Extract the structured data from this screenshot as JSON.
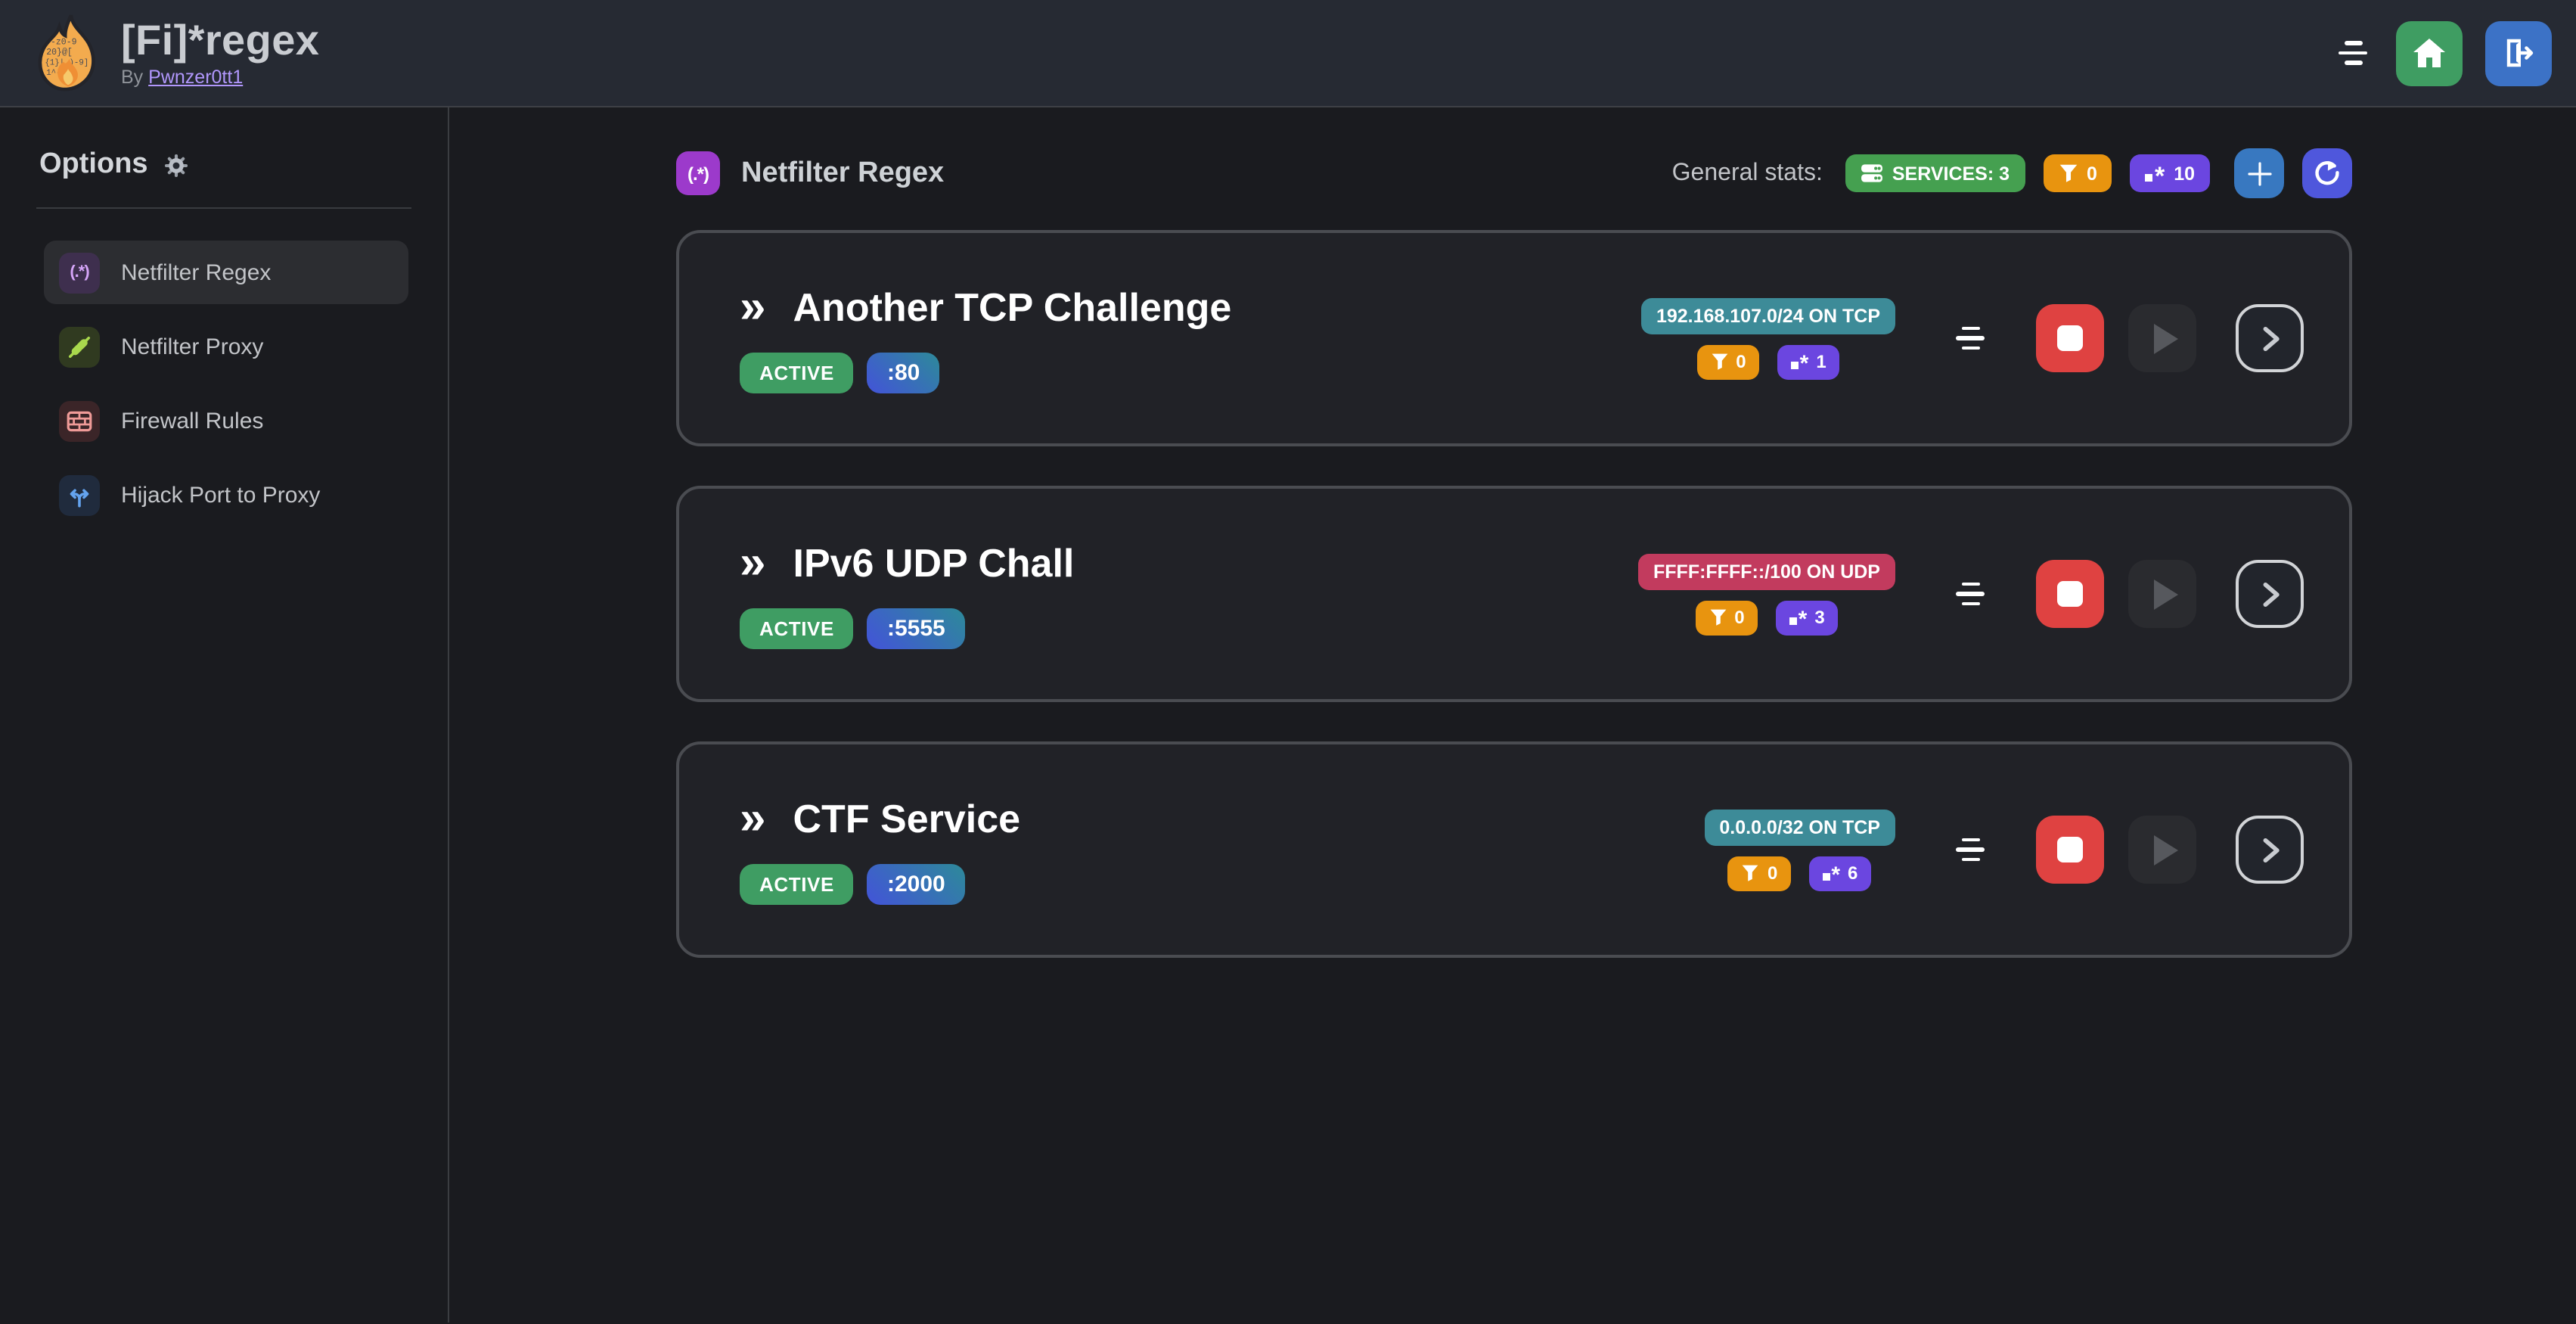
{
  "header": {
    "app_title": "[Fi]*regex",
    "byline_prefix": "By",
    "byline_author": "Pwnzer0tt1",
    "logo_fragments": [
      "-z0-9",
      "20}@[",
      "{1}|.)-9]",
      "1^-  z]"
    ]
  },
  "sidebar": {
    "title": "Options",
    "regex_glyph": "(.*)",
    "items": [
      {
        "label": "Netfilter Regex",
        "icon": "regex-icon",
        "active": true
      },
      {
        "label": "Netfilter Proxy",
        "icon": "proxy-icon",
        "active": false
      },
      {
        "label": "Firewall Rules",
        "icon": "firewall-icon",
        "active": false
      },
      {
        "label": "Hijack Port to Proxy",
        "icon": "hijack-icon",
        "active": false
      }
    ]
  },
  "main": {
    "section_title": "Netfilter Regex",
    "section_icon_glyph": "(.*)",
    "chevrons_glyph": "»",
    "regex_star_glyph": "*",
    "stats": {
      "label": "General stats:",
      "services_badge": "SERVICES: 3",
      "filtered_count": "0",
      "regex_count": "10"
    },
    "services": [
      {
        "name": "Another TCP Challenge",
        "status": "ACTIVE",
        "port": ":80",
        "network": "192.168.107.0/24 ON TCP",
        "network_color": "#3d8b98",
        "filtered_count": "0",
        "regex_count": "1"
      },
      {
        "name": "IPv6 UDP Chall",
        "status": "ACTIVE",
        "port": ":5555",
        "network": "FFFF:FFFF::/100 ON UDP",
        "network_color": "#c23b5e",
        "filtered_count": "0",
        "regex_count": "3"
      },
      {
        "name": "CTF Service",
        "status": "ACTIVE",
        "port": ":2000",
        "network": "0.0.0.0/32 ON TCP",
        "network_color": "#3d8b98",
        "filtered_count": "0",
        "regex_count": "6"
      }
    ]
  },
  "colors": {
    "status_green": "#3f9d63",
    "filter_orange": "#e8940f",
    "regex_violet": "#6b46e0",
    "tcp_teal": "#3d8b98",
    "udp_pink": "#c23b5e",
    "stop_red": "#df4241",
    "add_blue": "#3878c0",
    "refresh_indigo": "#4f57dc",
    "home_green": "#3f9d62",
    "logout_blue": "#3c72c6",
    "link_violet": "#b197fc"
  }
}
